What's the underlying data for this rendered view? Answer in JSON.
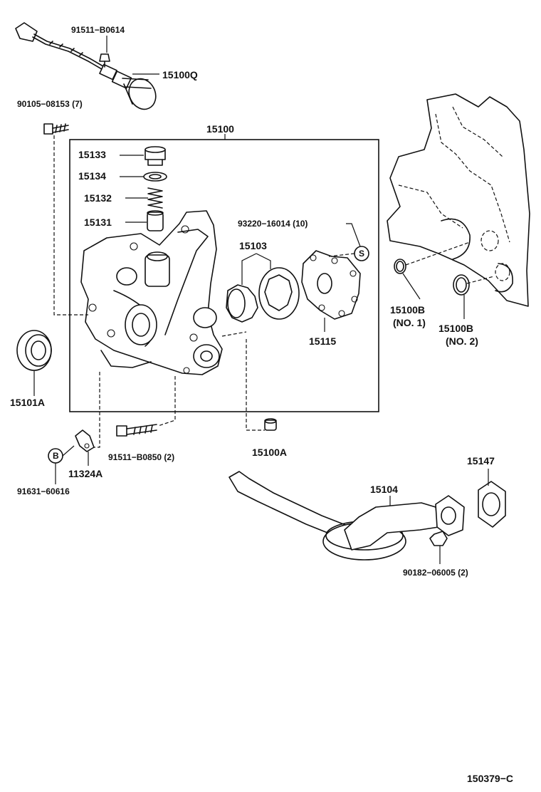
{
  "callouts": {
    "p91511_b0614": "91511−B0614",
    "p15100q": "15100Q",
    "p90105": "90105−08153 (7)",
    "p15100": "15100",
    "p15133": "15133",
    "p15134": "15134",
    "p15132": "15132",
    "p15131": "15131",
    "p93220": "93220−16014 (10)",
    "p15103": "15103",
    "p15115": "15115",
    "p15100b_1": "15100B",
    "p15100b_1_note": "(NO. 1)",
    "p15100b_2": "15100B",
    "p15100b_2_note": "(NO. 2)",
    "p15101a": "15101A",
    "p91511_b0850": "91511−B0850 (2)",
    "p15100a": "15100A",
    "p11324a": "11324A",
    "p91631": "91631−60616",
    "p15147": "15147",
    "p15104": "15104",
    "p90182": "90182−06005 (2)"
  },
  "markers": {
    "s_marker": "S",
    "b_marker": "B"
  },
  "footer": {
    "diagram_code": "150379−C"
  }
}
